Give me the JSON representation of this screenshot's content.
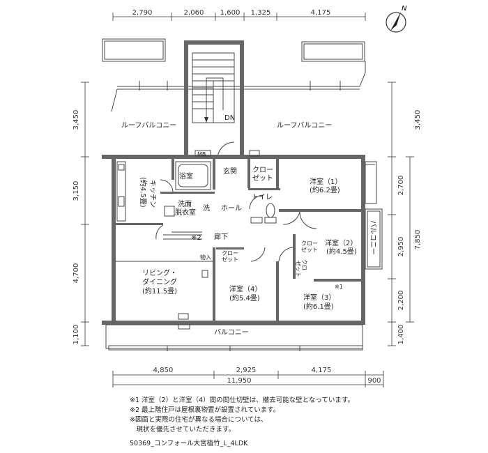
{
  "dimensions": {
    "top": [
      "2,790",
      "2,060",
      "1,600",
      "1,325",
      "4,175"
    ],
    "bottom_segments": [
      "4,850",
      "2,925",
      "4,175"
    ],
    "bottom_total": "11,950",
    "bottom_extra": "900",
    "left": [
      "3,450",
      "3,150",
      "4,700",
      "1,100"
    ],
    "right_outer": [
      "3,450",
      "2,700",
      "2,950",
      "2,200",
      "1,400"
    ],
    "right_inner": "7,850"
  },
  "rooms": {
    "roof_balcony_left": "ルーフバルコニー",
    "roof_balcony_right": "ルーフバルコニー",
    "dn": "DN",
    "mb": "MB",
    "bath": "浴室",
    "entrance": "玄関",
    "closet1_a": "クロー",
    "closet1_b": "ゼット",
    "western1": "洋室（1）",
    "western1_size": "(約6.2畳)",
    "kitchen_a": "キッチン",
    "kitchen_b": "(約4.5畳)",
    "laundry_a": "洗面",
    "laundry_b": "脱衣室",
    "wash": "洗",
    "toilet": "トイレ",
    "hall": "ホール",
    "corridor": "廊下",
    "mark2": "※2",
    "storage": "物入",
    "closet2_a": "クロー",
    "closet2_b": "ゼット",
    "balcony_side": "バルコニー",
    "western2": "洋室（2）",
    "western2_size": "(約4.5畳)",
    "closet3_a": "クロー",
    "closet3_b": "ゼット",
    "closet4_a": "クロ",
    "closet4_b": "ゼット",
    "mark1": "※1",
    "living_a": "リビング・",
    "living_b": "ダイニング",
    "living_c": "(約11.5畳)",
    "western4": "洋室（4）",
    "western4_size": "(約5.4畳)",
    "western3": "洋室（3）",
    "western3_size": "(約6.1畳)",
    "balcony": "バルコニー"
  },
  "notes": [
    "※1 洋室（2）と洋室（4）間の間仕切壁は、撤去可能な壁となっています。",
    "※2 最上階住戸は屋根裏物置が設置されています。",
    "※図面と実際の住宅が異なる場合については、",
    "　現状を優先させていただきます。"
  ],
  "plan_code": "50369_コンフォール大宮植竹_L_4LDK",
  "compass": "N"
}
